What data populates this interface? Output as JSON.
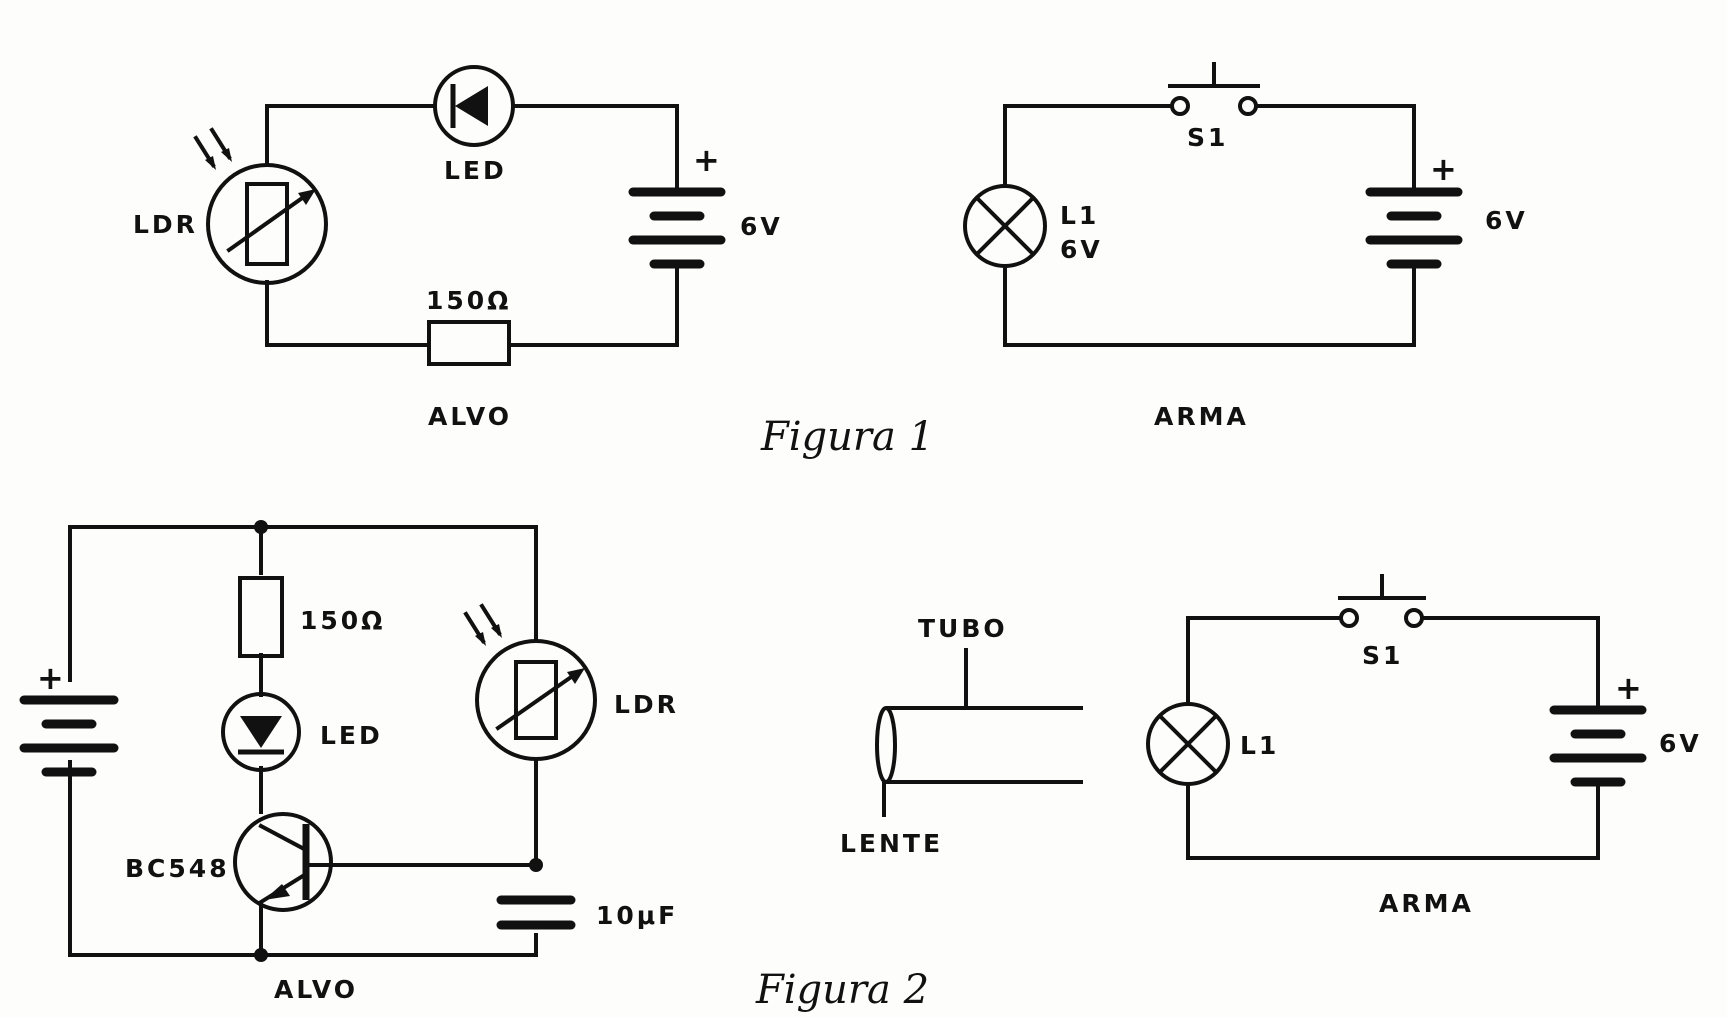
{
  "figura1": {
    "caption": "Figura 1",
    "alvo": {
      "title": "ALVO",
      "ldr": "LDR",
      "led": "LED",
      "resistor": "150Ω",
      "battery": "6V",
      "plus": "+"
    },
    "arma": {
      "title": "ARMA",
      "switch": "S1",
      "lamp": "L1",
      "lamp_voltage": "6V",
      "battery": "6V",
      "plus": "+"
    }
  },
  "figura2": {
    "caption": "Figura 2",
    "alvo": {
      "title": "ALVO",
      "plus": "+",
      "resistor": "150Ω",
      "led": "LED",
      "ldr": "LDR",
      "transistor": "BC548",
      "capacitor": "10μF"
    },
    "tube": {
      "tube": "TUBO",
      "lens": "LENTE"
    },
    "arma": {
      "title": "ARMA",
      "switch": "S1",
      "lamp": "L1",
      "battery": "6V",
      "plus": "+"
    }
  }
}
